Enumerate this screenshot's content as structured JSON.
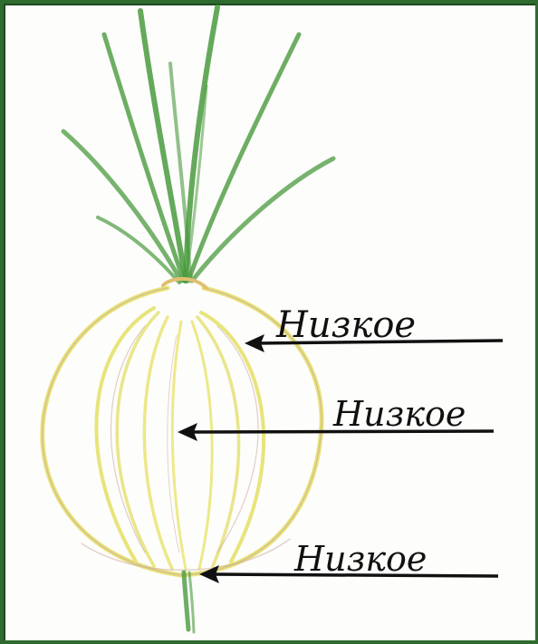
{
  "labels": [
    {
      "id": "label-top",
      "text": "Низкое"
    },
    {
      "id": "label-middle",
      "text": "Низкое"
    },
    {
      "id": "label-bottom",
      "text": "Низкое"
    }
  ],
  "colors": {
    "frame": "#2f6b2f",
    "leaves": "#4a9a3e",
    "bulb_outline": "#e6e27a",
    "bulb_tint": "#c9a89b",
    "arrow": "#111111"
  },
  "icons": {
    "plant": "onion-icon",
    "pointer": "arrow-left-icon"
  }
}
